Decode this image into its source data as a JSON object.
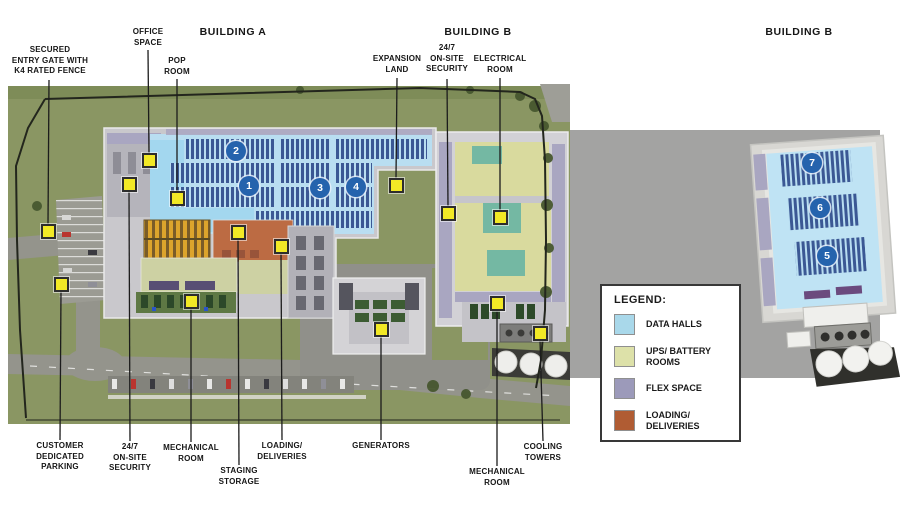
{
  "titles": {
    "building_a": "BUILDING A",
    "building_b_main": "BUILDING B",
    "building_b_detail": "BUILDING B"
  },
  "callouts": {
    "secured_entry": {
      "label": "SECURED\nENTRY GATE WITH\nK4 RATED FENCE"
    },
    "office_space": {
      "label": "OFFICE\nSPACE"
    },
    "pop_room": {
      "label": "POP\nROOM"
    },
    "expansion_land": {
      "label": "EXPANSION\nLAND"
    },
    "onsite_security_top": {
      "label": "24/7\nON-SITE\nSECURITY"
    },
    "electrical_room": {
      "label": "ELECTRICAL\nROOM"
    },
    "customer_parking": {
      "label": "CUSTOMER\nDEDICATED\nPARKING"
    },
    "onsite_security_bottom": {
      "label": "24/7\nON-SITE\nSECURITY"
    },
    "mechanical_room_a": {
      "label": "MECHANICAL\nROOM"
    },
    "staging_storage": {
      "label": "STAGING\nSTORAGE"
    },
    "loading_deliveries": {
      "label": "LOADING/\nDELIVERIES"
    },
    "generators": {
      "label": "GENERATORS"
    },
    "mechanical_room_b": {
      "label": "MECHANICAL\nROOM"
    },
    "cooling_towers": {
      "label": "COOLING\nTOWERS"
    }
  },
  "hall_numbers": [
    "1",
    "2",
    "3",
    "4",
    "5",
    "6",
    "7"
  ],
  "legend": {
    "title": "LEGEND:",
    "items": [
      {
        "label": "DATA HALLS",
        "color": "#a9d8ea"
      },
      {
        "label": "UPS/ BATTERY\nROOMS",
        "color": "#dde1a9"
      },
      {
        "label": "FLEX SPACE",
        "color": "#9c9aba"
      },
      {
        "label": "LOADING/\nDELIVERIES",
        "color": "#b05c33"
      }
    ]
  },
  "colors": {
    "marker_yellow": "#f2e926",
    "hall_number_blue": "#2563ad",
    "grass_green": "#8a9663",
    "overlay_gray": "#a3a3a2"
  }
}
